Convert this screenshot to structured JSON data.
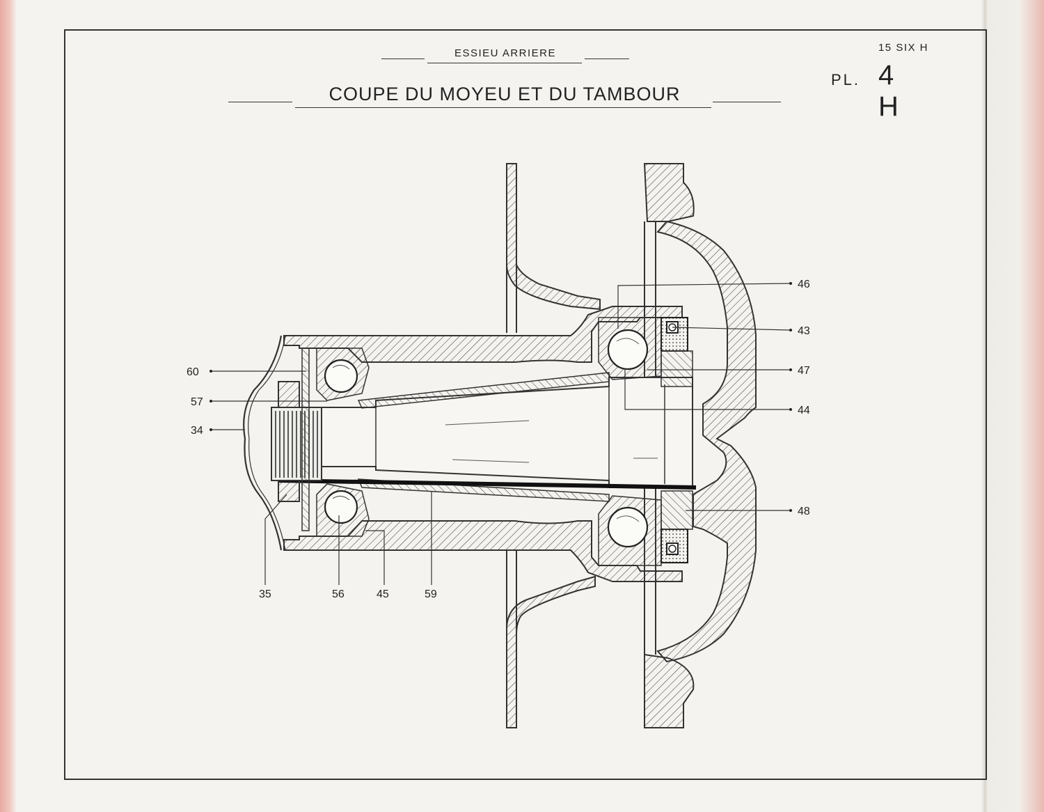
{
  "header": {
    "subtitle": "ESSIEU ARRIERE",
    "title": "COUPE DU MOYEU ET DU TAMBOUR",
    "reference": "15 SIX H",
    "plate_prefix": "PL.",
    "plate_number": "4 H"
  },
  "callouts": {
    "left": [
      "60",
      "57",
      "34"
    ],
    "right": [
      "46",
      "43",
      "47",
      "44",
      "48"
    ],
    "bottom": [
      "35",
      "56",
      "45",
      "59"
    ]
  }
}
